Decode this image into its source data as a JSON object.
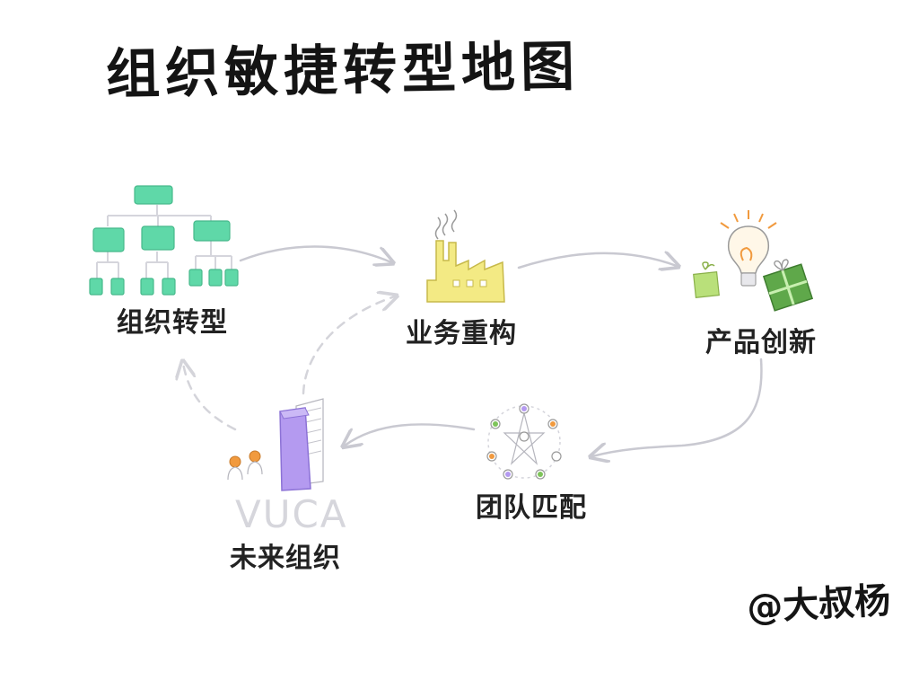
{
  "title": "组织敏捷转型地图",
  "nodes": {
    "org_transformation": "组织转型",
    "business_restructuring": "业务重构",
    "product_innovation": "产品创新",
    "team_matching": "团队匹配",
    "future_organization": "未来组织"
  },
  "vuca_text": "VUCA",
  "signature": "@大叔杨",
  "colors": {
    "org_chart_green": "#5fd8a8",
    "factory_yellow": "#f3ea84",
    "gift_green": "#7ec45a",
    "bulb_orange": "#f19a3e",
    "building_purple": "#b49af0",
    "arrow_gray": "#c9c9d1"
  }
}
